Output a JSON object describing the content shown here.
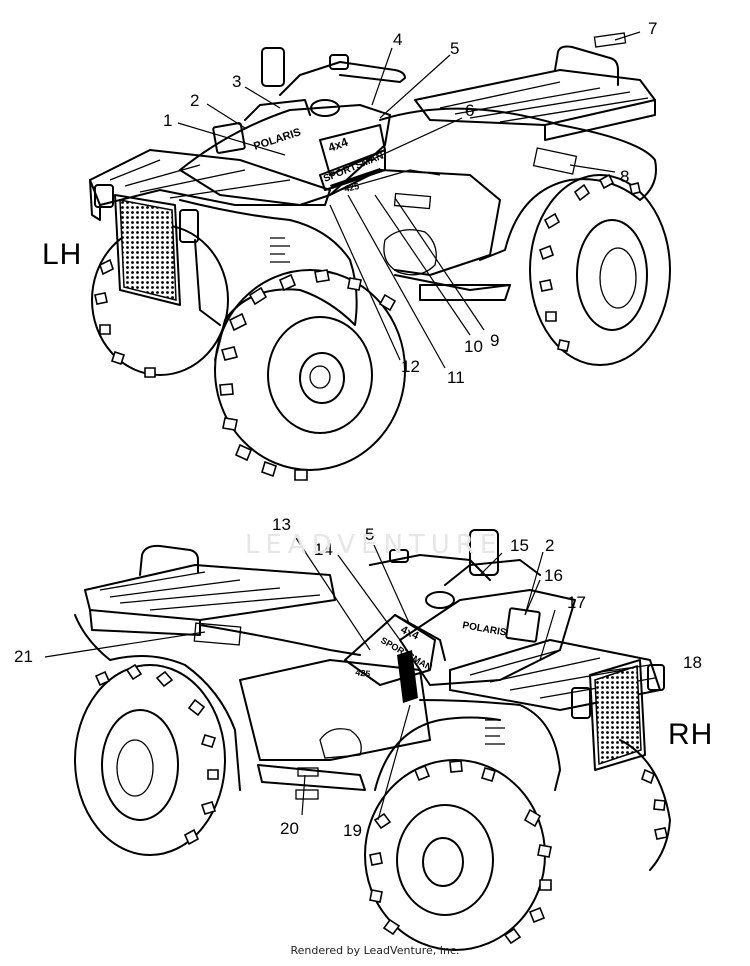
{
  "views": {
    "left": {
      "label": "LH"
    },
    "right": {
      "label": "RH"
    }
  },
  "callouts": {
    "c1": "1",
    "c2": "2",
    "c3": "3",
    "c4": "4",
    "c5": "5",
    "c6": "6",
    "c7": "7",
    "c8": "8",
    "c9": "9",
    "c10": "10",
    "c11": "11",
    "c12": "12",
    "c13": "13",
    "c14": "14",
    "c5b": "5",
    "c15": "15",
    "c2b": "2",
    "c16": "16",
    "c17": "17",
    "c18": "18",
    "c19": "19",
    "c20": "20",
    "c21": "21"
  },
  "decals": {
    "top_brand": "POLARIS",
    "top_model": "4x4",
    "top_model_word": "SPORTSMAN",
    "top_engine": "425",
    "bottom_brand": "POLARIS",
    "bottom_model": "4x4",
    "bottom_model_word": "SPORTSMAN",
    "bottom_engine": "425"
  },
  "watermark": "LEADVENTURE",
  "footer": "Rendered by LeadVenture, Inc."
}
